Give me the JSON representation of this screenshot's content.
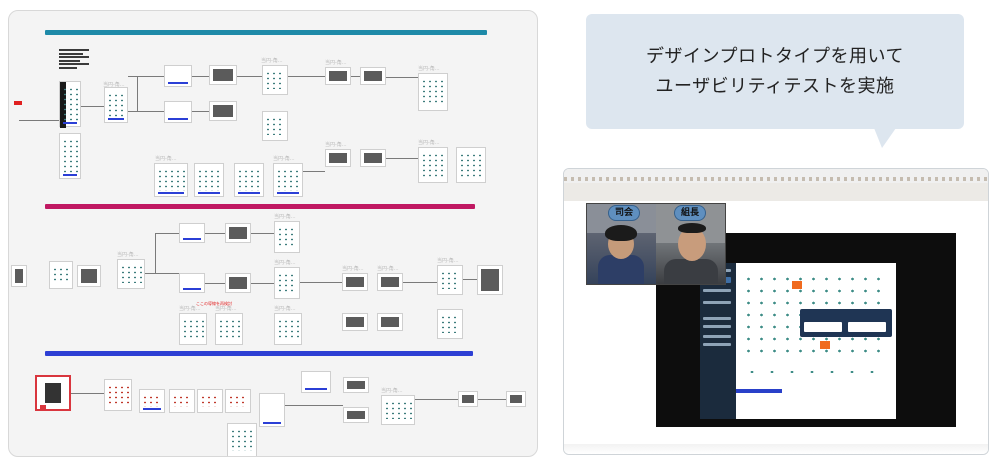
{
  "bubble": {
    "line1": "デザインプロトタイプを用いて",
    "line2": "ユーザビリティテストを実施"
  },
  "video": {
    "participants": [
      {
        "label": "司会"
      },
      {
        "label": "組長"
      }
    ]
  },
  "board": {
    "screen_caption": "当円-角...",
    "notes": [
      "ここの導線を再検討"
    ],
    "band_colors": [
      "#1e8aa8",
      "#c01862",
      "#2d3fd4"
    ]
  },
  "colors": {
    "bubble_bg": "#dde6ef",
    "tag_bg": "#5f8fbf",
    "accent_orange": "#f06a1f",
    "app_sidebar": "#1b2b3d"
  }
}
